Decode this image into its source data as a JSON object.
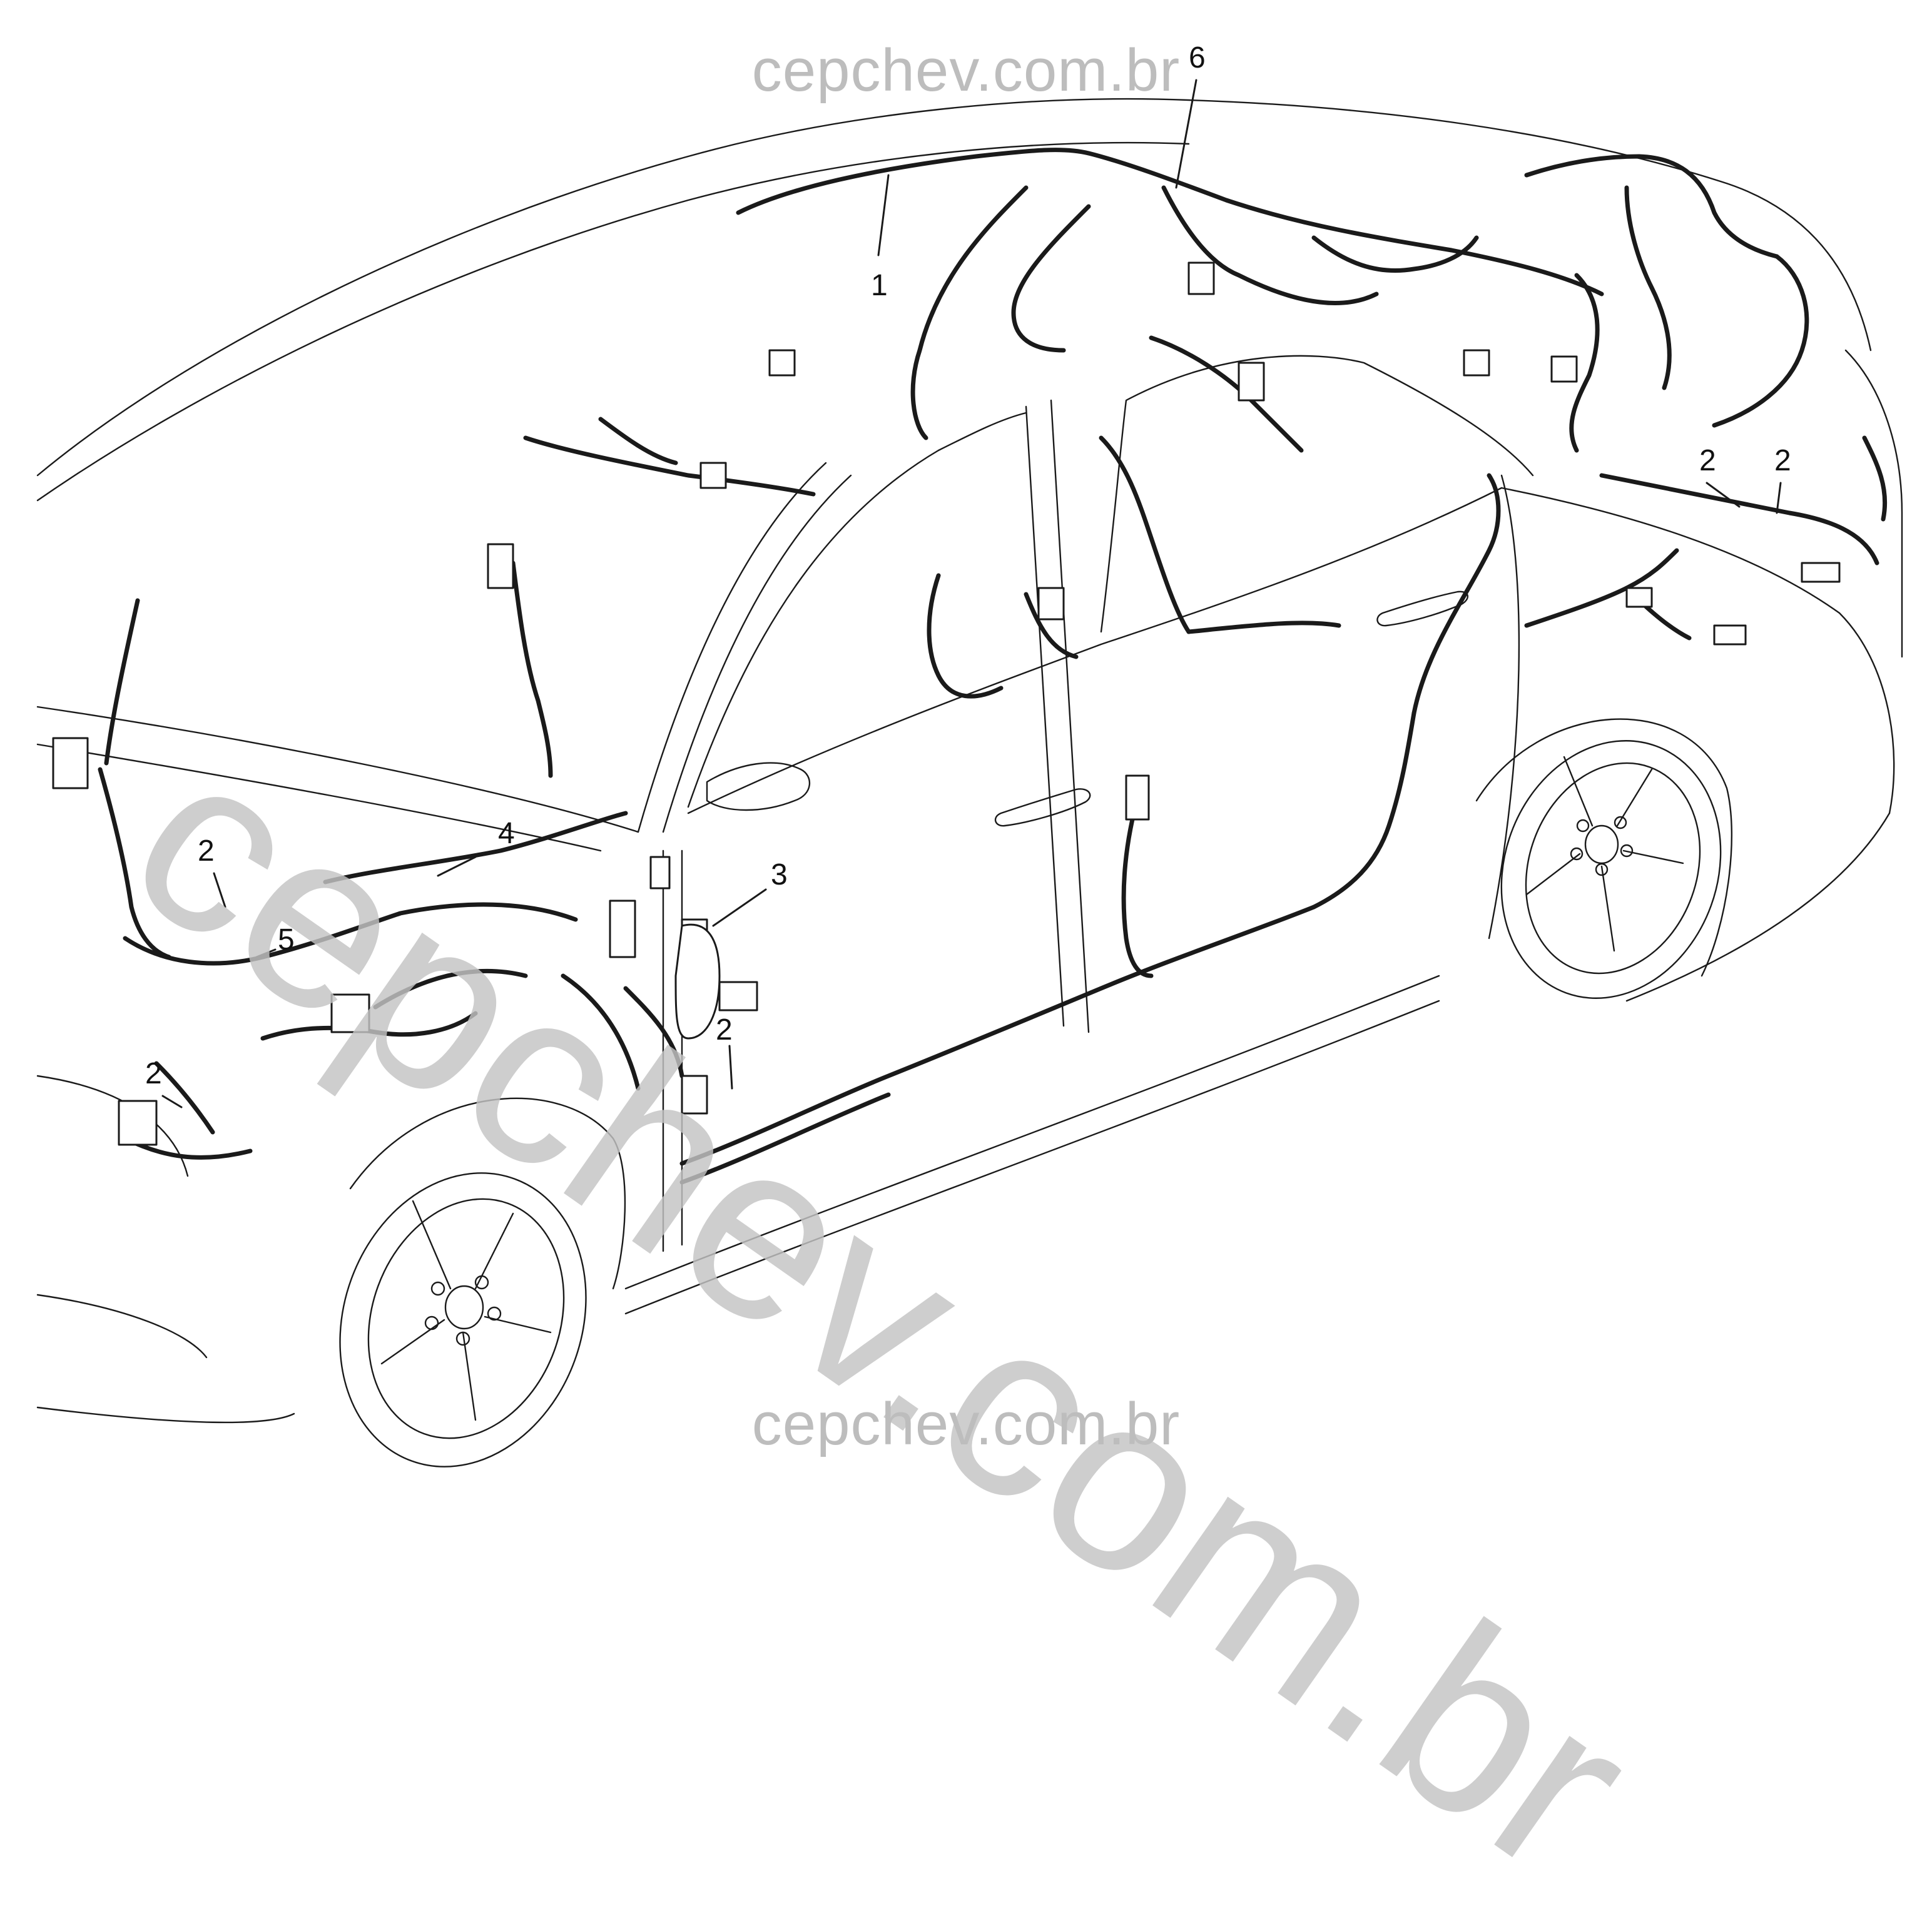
{
  "watermark": {
    "top": "cepchev.com.br",
    "bottom": "cepchev.com.br",
    "diagonal": "cepchev.com.br"
  },
  "callouts": {
    "c1": "1",
    "c2a": "2",
    "c2b": "2",
    "c2c": "2",
    "c2d": "2",
    "c2e": "2",
    "c3": "3",
    "c4": "4",
    "c5": "5",
    "c6": "6"
  }
}
